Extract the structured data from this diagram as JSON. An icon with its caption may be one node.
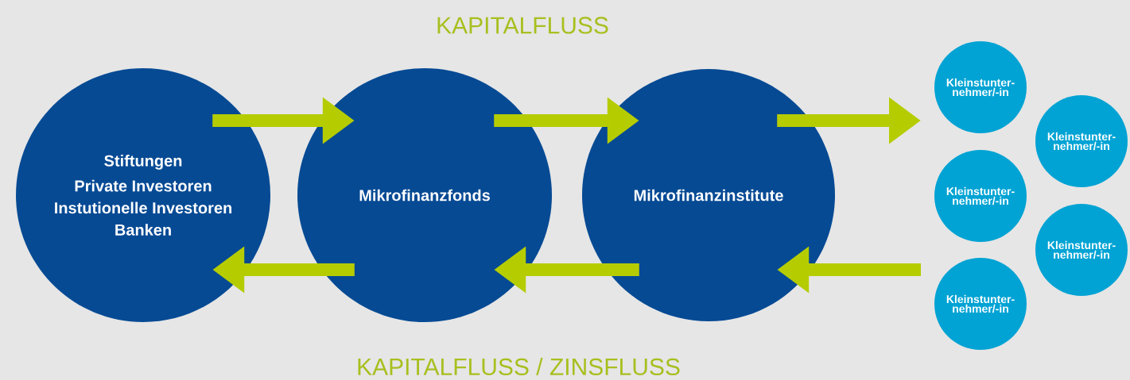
{
  "diagram": {
    "nodes": [
      {
        "text": [
          "Stiftungen",
          "Private Investoren",
          "Instutionelle Investoren",
          "Banken"
        ]
      },
      {
        "text": [
          "Mikrofinanzfonds"
        ]
      },
      {
        "text": [
          "Mikrofinanzinstitute"
        ]
      },
      {
        "text": [
          "Kleinstunter- nehmer/-in"
        ]
      },
      {
        "text": [
          "Kleinstunter- nehmer/-in"
        ]
      },
      {
        "text": [
          "Kleinstunter- nehmer/-in"
        ]
      },
      {
        "text": [
          "Kleinstunter- nehmer/-in"
        ]
      },
      {
        "text": [
          "Kleinstunter- nehmer/-in"
        ]
      }
    ],
    "edges": [
      {
        "from": 0,
        "to": 1,
        "arrow": "to"
      },
      {
        "from": 1,
        "to": 2,
        "arrow": "to"
      },
      {
        "from": 2,
        "to": null,
        "arrow": "to"
      },
      {
        "from": 1,
        "to": 0,
        "arrow": "to"
      },
      {
        "from": 2,
        "to": 1,
        "arrow": "to"
      },
      {
        "from": null,
        "to": 2,
        "arrow": "to"
      }
    ],
    "labels": [
      "KAPITALFLUSS",
      "KAPITALFLUSS / ZINSFLUSS"
    ]
  }
}
